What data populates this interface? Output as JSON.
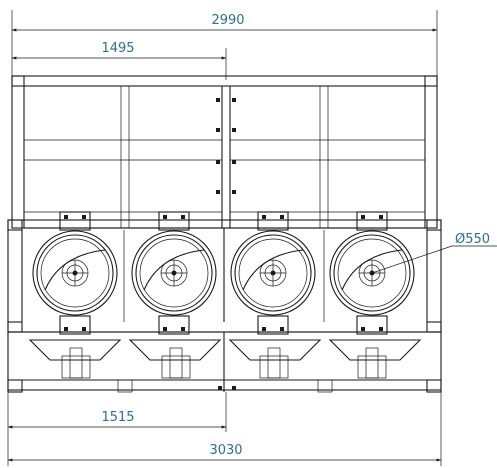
{
  "drawing": {
    "dimensions": {
      "top_overall": "2990",
      "top_half": "1495",
      "bottom_half": "1515",
      "bottom_overall": "3030",
      "diameter": "Ø550"
    },
    "fan_units": [
      "fan-1",
      "fan-2",
      "fan-3",
      "fan-4"
    ],
    "colors": {
      "line": "#1a1a1a",
      "dimension_text": "#2e6f8e",
      "background": "#ffffff"
    }
  }
}
